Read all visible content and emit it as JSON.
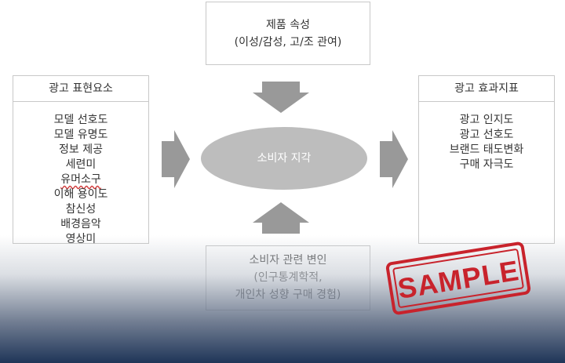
{
  "top_box": {
    "line1": "제품 속성",
    "line2": "(이성/감성, 고/조 관여)"
  },
  "left_box": {
    "title": "광고 표현요소",
    "items": [
      "모델 선호도",
      "모델 유명도",
      "정보 제공",
      "세련미",
      "유머소구",
      "이해 용이도",
      "참신성",
      "배경음악",
      "영상미"
    ]
  },
  "center": {
    "label": "소비자 지각"
  },
  "right_box": {
    "title": "광고 효과지표",
    "items": [
      "광고 인지도",
      "광고 선호도",
      "브랜드 태도변화",
      "구매 자극도"
    ]
  },
  "bottom_box": {
    "line1": "소비자 관련 변인",
    "line2": "(인구통계학적,",
    "line3": "개인차 성향 구매 경험)"
  },
  "stamp": {
    "text": "SAMPLE",
    "color": "#c8232c"
  },
  "colors": {
    "arrow": "#999999",
    "ellipse": "#bdbdbd",
    "border": "#c8c8c8"
  }
}
